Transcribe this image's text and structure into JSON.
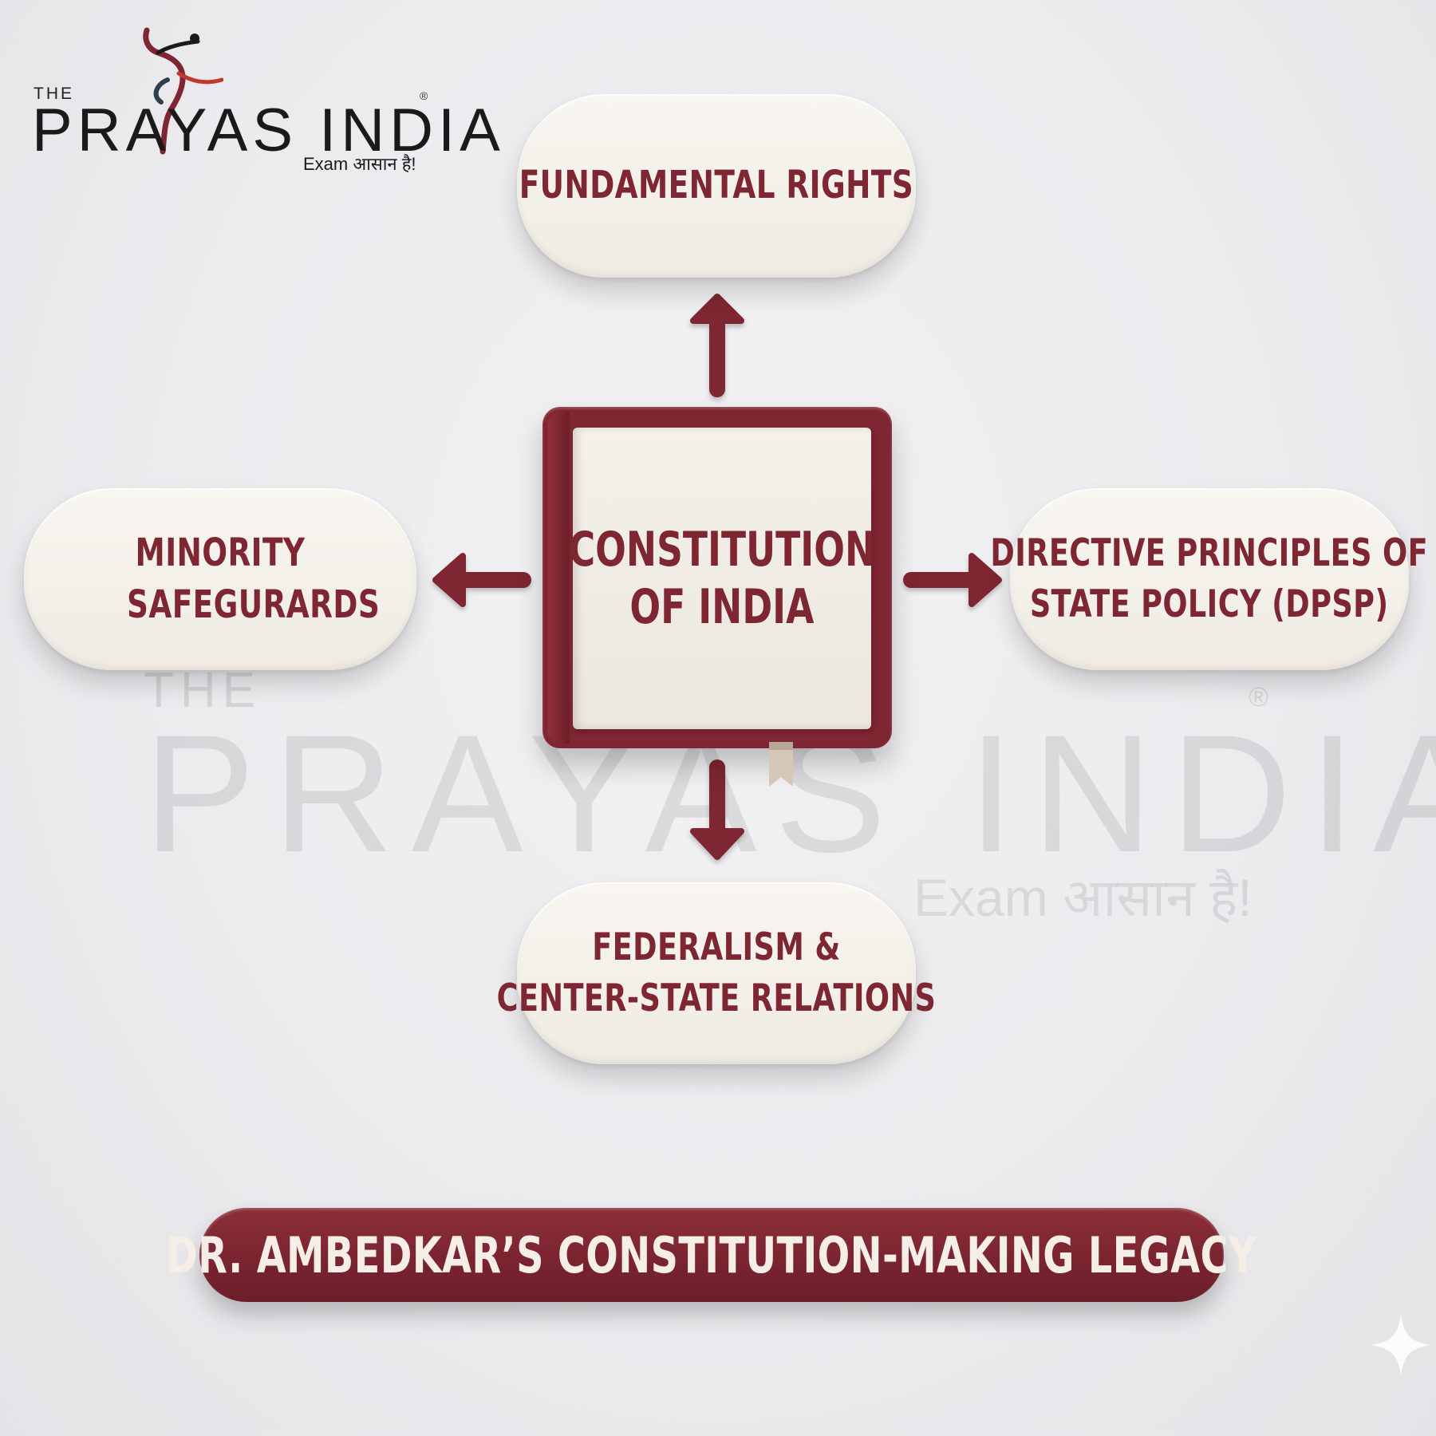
{
  "logo": {
    "the": "THE",
    "word": "PRAYAS INDIA",
    "tagline": "Exam आसान है!",
    "registered": "®"
  },
  "watermark": {
    "the": "THE",
    "word": "PRAYAS INDIA",
    "tagline": "Exam आसान है!",
    "registered": "®"
  },
  "center": {
    "line1": "CONSTITUTION",
    "line2": "OF INDIA"
  },
  "nodes": {
    "top": "FUNDAMENTAL RIGHTS",
    "left": "MINORITY SAFEGURARDS",
    "right_line1": "DIRECTIVE PRINCIPLES OF",
    "right_line2": "STATE POLICY (DPSP)",
    "bottom_line1": "FEDERALISM &",
    "bottom_line2": "CENTER-STATE RELATIONS"
  },
  "banner": "DR. AMBEDKAR’S CONSTITUTION-MAKING LEGACY",
  "colors": {
    "maroon": "#7e2631",
    "cream": "#f4f1ea",
    "background": "#ebebee"
  }
}
